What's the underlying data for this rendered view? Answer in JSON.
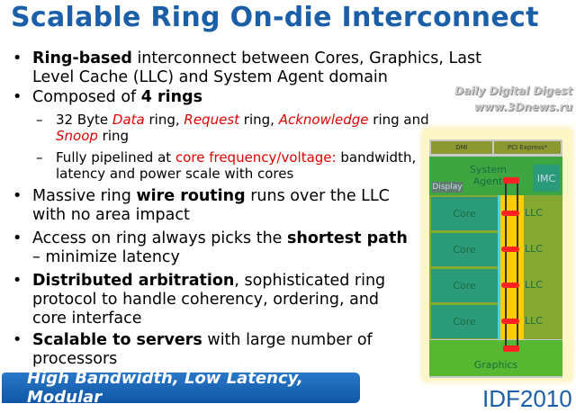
{
  "title": "Scalable Ring On-die Interconnect",
  "bullets": [
    {
      "b": "Ring-based",
      "t": " interconnect between Cores, Graphics, Last Level Cache (LLC) and System Agent domain"
    },
    {
      "a": "Composed of ",
      "b": "4 rings"
    },
    {
      "a": "Massive ring ",
      "b": "wire routing",
      "t": " runs over the LLC with no area impact"
    },
    {
      "a": "Access on ring always picks the ",
      "b": "shortest path",
      "t": " – minimize latency"
    },
    {
      "b": "Distributed arbitration",
      "t": ", sophisticated ring protocol to handle coherency, ordering, and core interface"
    },
    {
      "b": "Scalable to servers",
      "t": " with large number of processors"
    }
  ],
  "sub1": {
    "a": "32 Byte ",
    "r1": "Data",
    "b": " ring, ",
    "r2": "Request",
    "c": " ring, ",
    "r3": "Acknowledge",
    "d": " ring and ",
    "r4": "Snoop",
    "e": " ring"
  },
  "sub2": {
    "a": "Fully pipelined at ",
    "r": "core frequency/voltage:",
    "b": " bandwidth, latency and power scale with cores"
  },
  "watermark": {
    "line1": "Daily Digital Digest",
    "line2": "www.3Dnews.ru"
  },
  "diagram": {
    "dmi": "DMI",
    "pcie": "PCI Express*",
    "system_agent": "System Agent",
    "display": "Display",
    "imc": "IMC",
    "core": "Core",
    "llc": "LLC",
    "graphics": "Graphics"
  },
  "banner": "High Bandwidth, Low Latency, Modular",
  "logo": "IDF2010"
}
